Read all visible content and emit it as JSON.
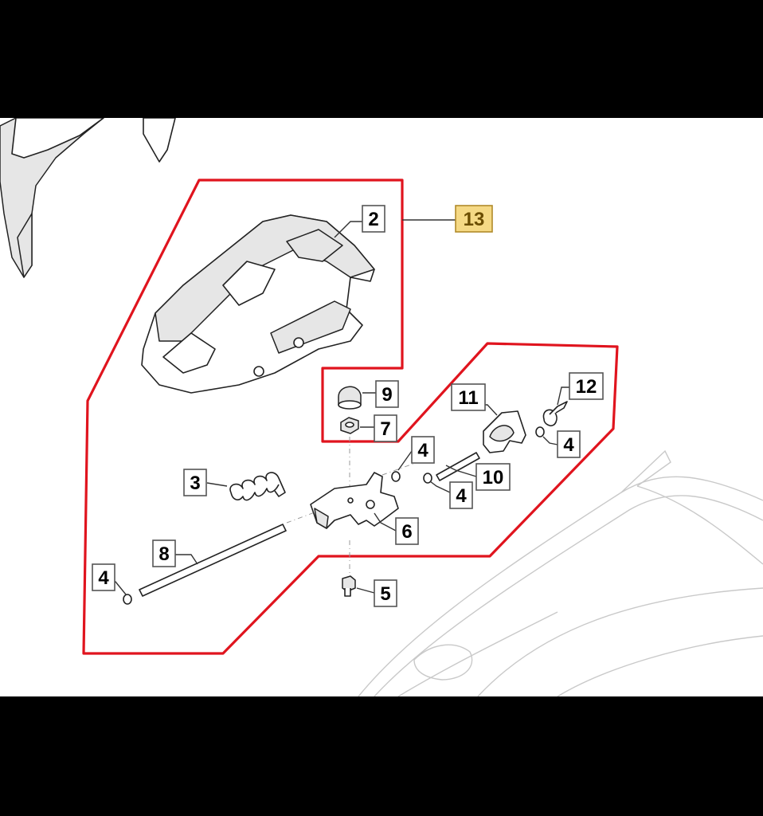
{
  "diagram": {
    "assembly_callout": "13",
    "callouts": [
      {
        "id": "c2",
        "label": "2"
      },
      {
        "id": "c3",
        "label": "3"
      },
      {
        "id": "c4a",
        "label": "4"
      },
      {
        "id": "c4b",
        "label": "4"
      },
      {
        "id": "c4c",
        "label": "4"
      },
      {
        "id": "c4d",
        "label": "4"
      },
      {
        "id": "c5",
        "label": "5"
      },
      {
        "id": "c6",
        "label": "6"
      },
      {
        "id": "c7",
        "label": "7"
      },
      {
        "id": "c8",
        "label": "8"
      },
      {
        "id": "c9",
        "label": "9"
      },
      {
        "id": "c10",
        "label": "10"
      },
      {
        "id": "c11",
        "label": "11"
      },
      {
        "id": "c12",
        "label": "12"
      }
    ],
    "colors": {
      "outline": "#e0141e",
      "assembly_fill": "#f5d985",
      "background": "#ffffff",
      "letterbox": "#000000"
    }
  }
}
